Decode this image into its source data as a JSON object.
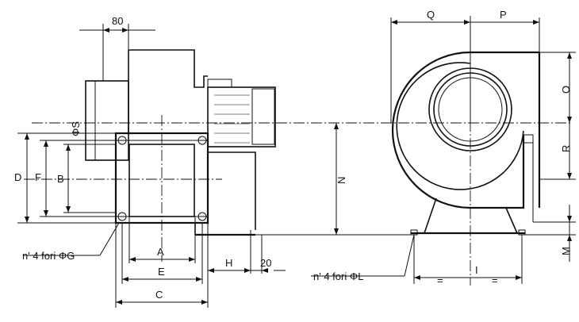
{
  "drawing": {
    "dimensions": {
      "d80": "80",
      "d20": "20",
      "Q": "Q",
      "P": "P",
      "O": "O",
      "R": "R",
      "N": "N",
      "M": "M",
      "I": "I",
      "D": "D",
      "F": "F",
      "B": "B",
      "A": "A",
      "E": "E",
      "C": "C",
      "H": "H",
      "S": "ΦS"
    },
    "notes": {
      "holes_G": "n' 4 fori ΦG",
      "holes_L": "n' 4 fori ΦL",
      "equal_left": "=",
      "equal_right": "="
    }
  }
}
